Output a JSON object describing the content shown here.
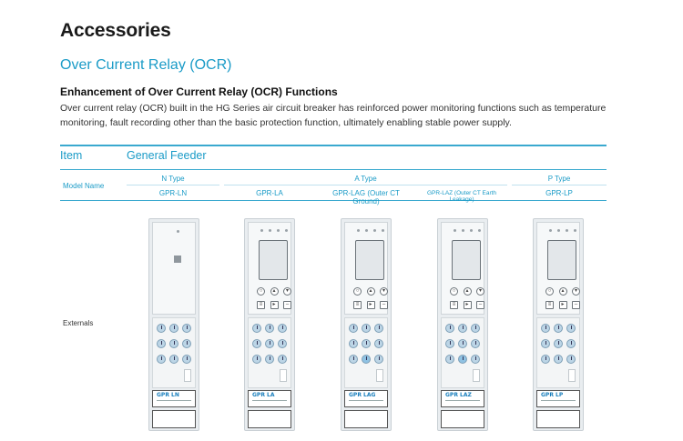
{
  "page": {
    "title": "Accessories",
    "section_title": "Over Current Relay (OCR)",
    "sub_heading": "Enhancement of Over Current Relay (OCR) Functions",
    "description": "Over current relay (OCR) built in the HG Series air circuit breaker has reinforced power monitoring functions such as temperature monitoring, fault recording other than the basic protection function, ultimately enabling stable power supply."
  },
  "table": {
    "item_label": "Item",
    "feeder_label": "General Feeder",
    "model_name_label": "Model Name",
    "externals_label": "Externals",
    "types": {
      "n": "N Type",
      "a": "A Type",
      "p": "P Type"
    },
    "models": {
      "ln": "GPR-LN",
      "la": "GPR-LA",
      "lag": "GPR-LAG (Outer CT Ground)",
      "laz": "GPR-LAZ (Outer CT Earth Leakage)",
      "lp": "GPR-LP"
    }
  },
  "relays": [
    {
      "plate": "GPR LN"
    },
    {
      "plate": "GPR LA"
    },
    {
      "plate": "GPR LAG"
    },
    {
      "plate": "GPR LAZ"
    },
    {
      "plate": "GPR LP"
    }
  ],
  "colors": {
    "accent": "#1a9bc7",
    "rule": "#3aa9cf"
  }
}
